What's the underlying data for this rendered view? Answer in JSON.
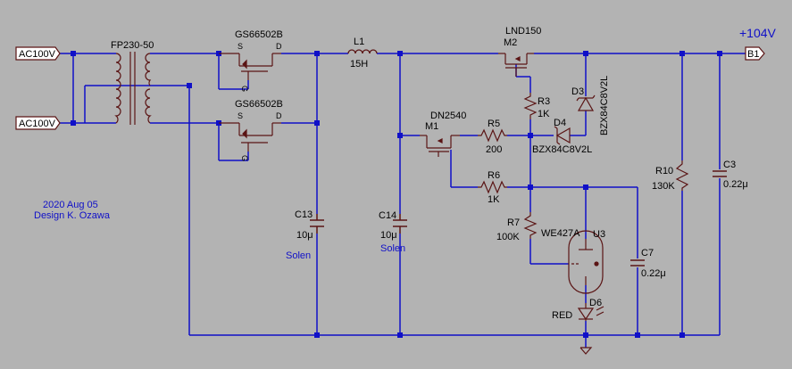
{
  "colors": {
    "background": "#b3b3b3",
    "wire": "#1010c8",
    "component": "#5a1414",
    "junction": "#1010c8",
    "label": "#000000",
    "annotation": "#1010c8"
  },
  "ports": {
    "ac_in_1": "AC100V",
    "ac_in_2": "AC100V",
    "output": "B1"
  },
  "output_voltage": "+104V",
  "transformer": {
    "name": "FP230-50"
  },
  "switches": {
    "q_top": {
      "name": "GS66502B",
      "s": "S",
      "d": "D",
      "g": "G"
    },
    "q_bottom": {
      "name": "GS66502B",
      "s": "S",
      "d": "D",
      "g": "G"
    }
  },
  "inductor": {
    "ref": "L1",
    "value": "15H"
  },
  "mosfets": {
    "m2": {
      "part": "LND150",
      "ref": "M2"
    },
    "m1": {
      "part": "DN2540",
      "ref": "M1"
    }
  },
  "resistors": {
    "r3": {
      "ref": "R3",
      "value": "1K"
    },
    "r5": {
      "ref": "R5",
      "value": "200"
    },
    "r6": {
      "ref": "R6",
      "value": "1K"
    },
    "r7": {
      "ref": "R7",
      "value": "100K"
    },
    "r10": {
      "ref": "R10",
      "value": "130K"
    }
  },
  "diodes": {
    "d3": {
      "ref": "D3",
      "part": "BZX84C8V2L"
    },
    "d4": {
      "ref": "D4",
      "part": "BZX84C8V2L"
    },
    "d6": {
      "ref": "D6",
      "value": "RED"
    }
  },
  "capacitors": {
    "c13": {
      "ref": "C13",
      "value": "10μ",
      "note": "Solen"
    },
    "c14": {
      "ref": "C14",
      "value": "10μ",
      "note": "Solen"
    },
    "c7": {
      "ref": "C7",
      "value": "0.22μ"
    },
    "c3": {
      "ref": "C3",
      "value": "0.22μ"
    }
  },
  "tube": {
    "ref": "U3",
    "part": "WE427A"
  },
  "credits": {
    "date": "2020 Aug 05",
    "author": "Design K. Ozawa"
  }
}
